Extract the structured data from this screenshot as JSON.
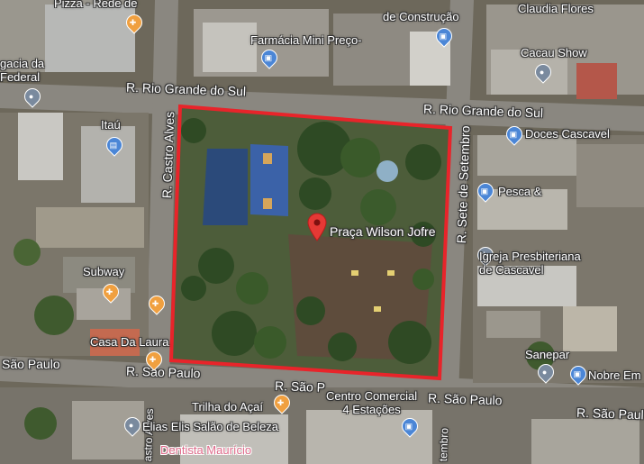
{
  "map": {
    "highlight_color": "#e8242a",
    "streets": {
      "rio_grande_top": "R. Rio Grande do Sul",
      "rio_grande_right": "R. Rio Grande do Sul",
      "castro_alves": "R. Castro Alves",
      "sete_setembro": "R. Sete de Setembro",
      "sao_paulo_left": "São Paulo",
      "sao_paulo_mid": "R. São Paulo",
      "sao_paulo_center": "R. São P",
      "sao_paulo_right": "R. São Paulo",
      "sao_paulo_far": "R. São Paul",
      "castro_lower": "astro Alves",
      "setembro_lower": "tembro"
    },
    "places": [
      {
        "key": "park",
        "label": "Praça Wilson Jofre",
        "icon": "red-pin-icon"
      },
      {
        "key": "pizza",
        "label": "Pizza - Rede de",
        "icon": "restaurant-icon"
      },
      {
        "key": "construcao",
        "label": "de Construção",
        "icon": "shopping-icon"
      },
      {
        "key": "claudia",
        "label": "Claudia Flores",
        "icon": "shopping-icon"
      },
      {
        "key": "farmacia",
        "label": "Farmácia Mini Preço-",
        "icon": "shopping-icon"
      },
      {
        "key": "cacau",
        "label": "Cacau Show",
        "icon": "place-icon"
      },
      {
        "key": "fazenda",
        "label": "gacia da\nFederal",
        "icon": "place-icon"
      },
      {
        "key": "itau",
        "label": "Itaú",
        "icon": "bank-icon"
      },
      {
        "key": "doces",
        "label": "Doces Cascavel",
        "icon": "shopping-icon"
      },
      {
        "key": "pesca",
        "label": "Pesca &",
        "icon": "shopping-icon"
      },
      {
        "key": "igreja",
        "label": "Igreja Presbiteriana\nde Cascavel",
        "icon": "church-icon"
      },
      {
        "key": "subway",
        "label": "Subway",
        "icon": "restaurant-icon"
      },
      {
        "key": "laura",
        "label": "Casa Da Laura",
        "icon": "restaurant-icon"
      },
      {
        "key": "sanepar",
        "label": "Sanepar",
        "icon": "place-icon"
      },
      {
        "key": "nobre",
        "label": "Nobre Em",
        "icon": "shopping-icon"
      },
      {
        "key": "trilha",
        "label": "Trilha do Açaí",
        "icon": "restaurant-icon"
      },
      {
        "key": "centro",
        "label": "Centro Comercial\n4 Estações",
        "icon": "shopping-icon"
      },
      {
        "key": "eliss",
        "label": "Elias Elis Salão de Beleza",
        "icon": "place-icon"
      },
      {
        "key": "dentista",
        "label": "Dentista Maurício",
        "icon": "place-icon"
      }
    ]
  }
}
